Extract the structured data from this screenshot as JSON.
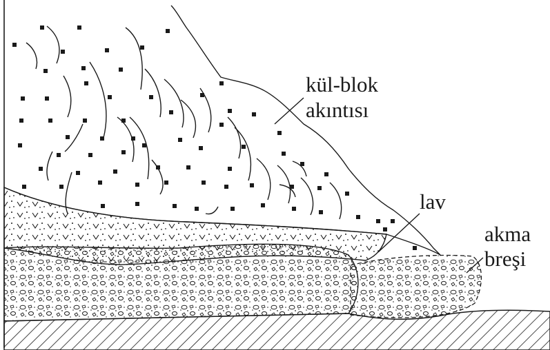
{
  "labels": {
    "ash_block_flow": [
      "kül-blok",
      "akıntısı"
    ],
    "lava": "lav",
    "flow_breccia": [
      "akma",
      "breşi"
    ]
  }
}
